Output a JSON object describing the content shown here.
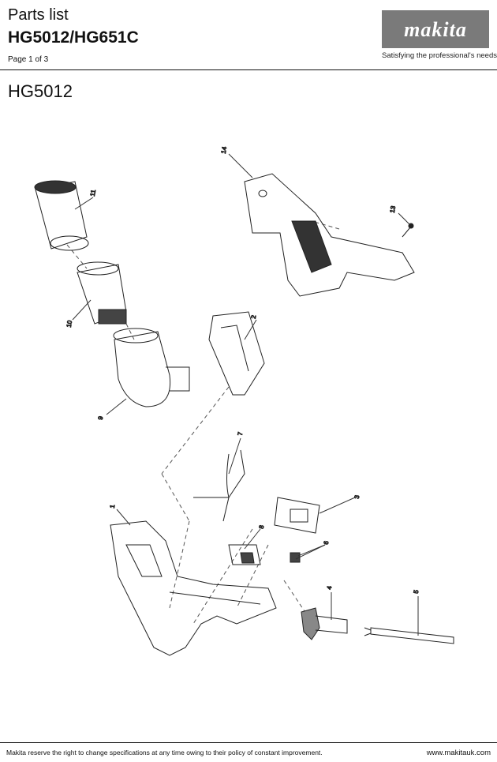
{
  "header": {
    "doc_type": "Parts list",
    "models": "HG5012/HG651C",
    "page": "Page 1 of 3",
    "brand": "makita",
    "tagline": "Satisfying the professional's needs",
    "brand_color": "#7a7a7a"
  },
  "section": {
    "title": "HG5012"
  },
  "callouts": [
    "1",
    "2",
    "3",
    "4",
    "5",
    "6",
    "7",
    "8",
    "9",
    "10",
    "11",
    "13",
    "14"
  ],
  "footer": {
    "disclaimer": "Makita reserve the right to change specifications at any time owing to their policy of constant improvement.",
    "url": "www.makitauk.com"
  }
}
